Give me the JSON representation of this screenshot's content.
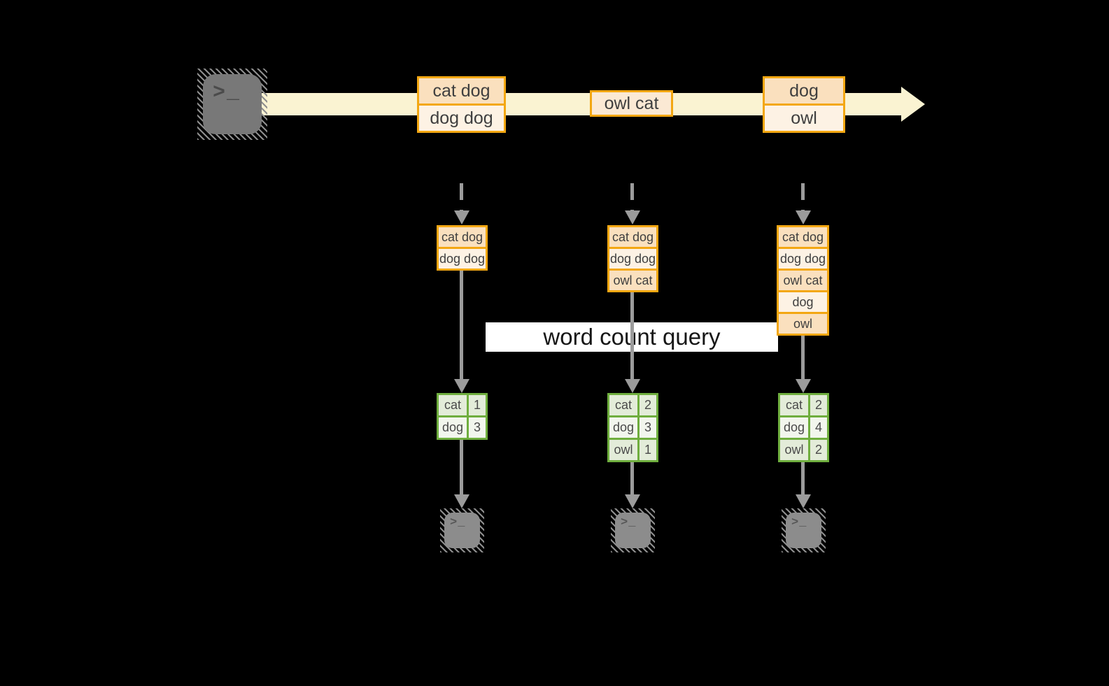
{
  "label": {
    "text": "word count query"
  },
  "icons": {
    "terminal_prompt_glyph": ">_"
  },
  "stream": {
    "events": [
      {
        "lines": [
          "cat dog",
          "dog dog"
        ]
      },
      {
        "lines": [
          "owl cat"
        ]
      },
      {
        "lines": [
          "dog",
          "owl"
        ]
      }
    ]
  },
  "columns": [
    {
      "log": [
        "cat dog",
        "dog dog"
      ],
      "counts": [
        {
          "word": "cat",
          "count": 1
        },
        {
          "word": "dog",
          "count": 3
        }
      ]
    },
    {
      "log": [
        "cat dog",
        "dog dog",
        "owl cat"
      ],
      "counts": [
        {
          "word": "cat",
          "count": 2
        },
        {
          "word": "dog",
          "count": 3
        },
        {
          "word": "owl",
          "count": 1
        }
      ]
    },
    {
      "log": [
        "cat dog",
        "dog dog",
        "owl cat",
        "dog",
        "owl"
      ],
      "counts": [
        {
          "word": "cat",
          "count": 2
        },
        {
          "word": "dog",
          "count": 4
        },
        {
          "word": "owl",
          "count": 2
        }
      ]
    }
  ],
  "colors": {
    "background": "#000000",
    "stream_fill": "#FAF3D2",
    "orange_border": "#F3A712",
    "peach_fill": "#FAE0BE",
    "cream_fill": "#FDF2E4",
    "green_border": "#6FAE3E",
    "green_fill_dark": "#E3ECD9",
    "green_fill_light": "#F2F6ED",
    "connector_gray": "#9B9B9B",
    "terminal_gray": "#8C8C8C",
    "label_bg": "#FFFFFF"
  }
}
